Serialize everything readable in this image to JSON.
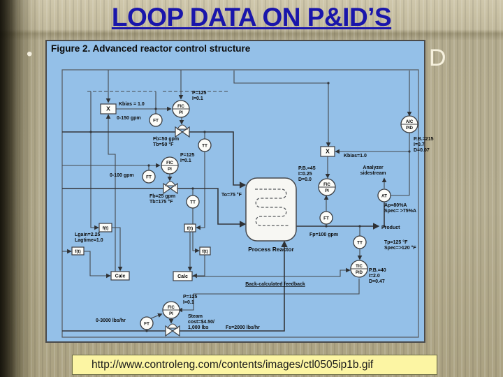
{
  "slide": {
    "title": "LOOP DATA ON P&ID’S",
    "bullet": "•",
    "dashes": [
      "-",
      "-",
      "-"
    ],
    "cutoff_letter": "D",
    "url_caption": "http://www.controleng.com/contents/images/ctl0505ip1b.gif"
  },
  "colors": {
    "title_blue": "#1a16ab",
    "panel_blue": "#94c0e8",
    "url_box_yellow": "#fcf5a3",
    "diagram_line": "#3c3e42",
    "slide_tan": "#b3ab8e"
  },
  "figure": {
    "title": "Figure 2. Advanced reactor control structure",
    "reactor_label": "Process Reactor",
    "instruments": {
      "fic1": [
        "FIC",
        "PI"
      ],
      "ft1": [
        "FT"
      ],
      "tt1": [
        "TT"
      ],
      "fic2": [
        "FIC",
        "PI"
      ],
      "ft2": [
        "FT"
      ],
      "tt2": [
        "TT"
      ],
      "aic": [
        "AIC",
        "PID"
      ],
      "fic3": [
        "FIC",
        "PI"
      ],
      "ft3": [
        "FT"
      ],
      "at": [
        "AT"
      ],
      "tt3": [
        "TT"
      ],
      "tic": [
        "TIC",
        "PID"
      ],
      "fic4": [
        "FIC",
        "PI"
      ],
      "ft4": [
        "FT"
      ]
    },
    "boxes": {
      "x1": "X",
      "x2": "X",
      "f1": "f(t)",
      "f2": "f(t)",
      "f3": "f(t)",
      "f4": "f(t)",
      "calc1": "Calc",
      "calc2": "Calc"
    },
    "labels": {
      "kbias1": [
        "Kbias = 1.0"
      ],
      "p125a": [
        "P=125",
        "I=0.1"
      ],
      "gpm150": [
        "0-150 gpm"
      ],
      "fb50": [
        "Fb=50 gpm",
        "Tb=50 °F"
      ],
      "p125b": [
        "P=125",
        "I=0.1"
      ],
      "gpm100": [
        "0-100 gpm"
      ],
      "fb25": [
        "Fb=25 gpm",
        "Tb=175 °F"
      ],
      "lgain": [
        "Lgain=2.25",
        "Lagtime=1.0"
      ],
      "to75": [
        "To=75 °F"
      ],
      "kbias2": [
        "Kbias=1.0"
      ],
      "aicparams": [
        "P.B.=215",
        "I=0.7",
        "D=0.07"
      ],
      "sidestream": [
        "Analyzer",
        "sidestream"
      ],
      "ficparams": [
        "P.B.=45",
        "I=0.25",
        "D=0.0"
      ],
      "ap80": [
        "Ap=80%A",
        "Spec= >75%A"
      ],
      "product": [
        "Product"
      ],
      "fp100": [
        "Fp=100 gpm"
      ],
      "tp125": [
        "Tp=125 °F",
        "Spec=>120 °F"
      ],
      "ticparams": [
        "P.B.=40",
        "I=2.0",
        "D=0.47"
      ],
      "backcalc": [
        "Back-calculated feedback"
      ],
      "p125c": [
        "P=125",
        "I=0.1"
      ],
      "steamcost": [
        "Steam",
        "cost=$4.50/",
        "1,000 lbs"
      ],
      "lbs3000": [
        "0-3000 lbs/hr"
      ],
      "fs2000": [
        "Fs=2000 lbs/hr"
      ]
    }
  }
}
